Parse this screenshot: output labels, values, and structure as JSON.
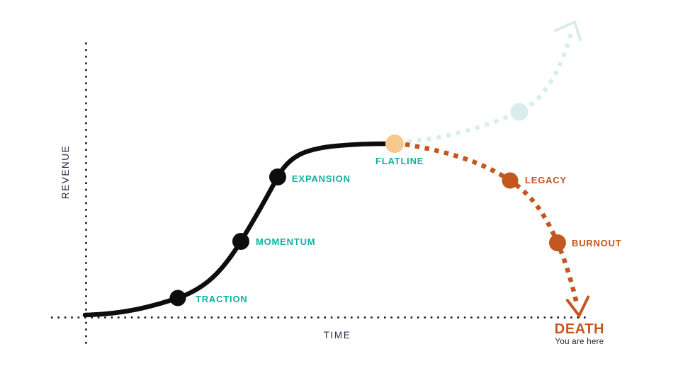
{
  "labels": {
    "revenue": "REVENUE",
    "time": "TIME",
    "traction": "TRACTION",
    "momentum": "MOMENTUM",
    "expansion": "EXPANSION",
    "flatline": "FLATLINE",
    "legacy": "LEGACY",
    "burnout": "BURNOUT",
    "death": "DEATH",
    "you_are_here": "You are here"
  },
  "colors": {
    "stage_label_teal": "#10b1a0",
    "decline_orange": "#c4571f",
    "flatline_peach": "#f6c88d",
    "reinvention_pale_blue": "#d9edeb",
    "curve_black": "#0d0d0d",
    "axis_text_navy": "#272e45",
    "background": "#ffffff"
  },
  "chart_data": {
    "type": "line",
    "xlabel": "TIME",
    "ylabel": "REVENUE",
    "axis_style": "dotted conceptual axes, no ticks or numeric labels",
    "grid": false,
    "legend": "none",
    "x_range": [
      0,
      1
    ],
    "y_range": [
      0,
      1
    ],
    "series": [
      {
        "name": "growth curve",
        "line_style": "solid",
        "color": "#0d0d0d",
        "points": [
          {
            "x": 0.0,
            "y": 0.01,
            "label": ""
          },
          {
            "x": 0.18,
            "y": 0.07,
            "label": "TRACTION"
          },
          {
            "x": 0.31,
            "y": 0.28,
            "label": "MOMENTUM"
          },
          {
            "x": 0.38,
            "y": 0.51,
            "label": "EXPANSION"
          },
          {
            "x": 0.62,
            "y": 0.63,
            "label": "FLATLINE"
          }
        ]
      },
      {
        "name": "decline branch",
        "line_style": "dotted",
        "color": "#c4571f",
        "points": [
          {
            "x": 0.62,
            "y": 0.63,
            "label": "FLATLINE"
          },
          {
            "x": 0.85,
            "y": 0.5,
            "label": "LEGACY"
          },
          {
            "x": 0.94,
            "y": 0.27,
            "label": "BURNOUT"
          },
          {
            "x": 0.98,
            "y": 0.0,
            "label": "DEATH (downward arrow crossing axis, annotated 'You are here')"
          }
        ]
      },
      {
        "name": "reinvention branch",
        "line_style": "dotted",
        "color": "#d9edeb",
        "points": [
          {
            "x": 0.62,
            "y": 0.63,
            "label": "FLATLINE"
          },
          {
            "x": 0.86,
            "y": 0.75,
            "label": ""
          },
          {
            "x": 0.97,
            "y": 1.0,
            "label": "arrow continuing upward"
          }
        ]
      }
    ]
  }
}
